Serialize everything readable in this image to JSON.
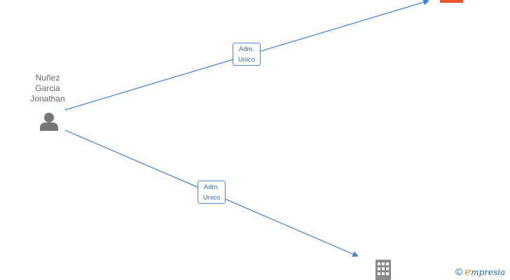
{
  "person": {
    "name_lines": [
      "Nuñez",
      "Garcia",
      "Jonathan"
    ],
    "icon": "person-icon"
  },
  "relations": [
    {
      "line1": "Adm.",
      "line2": "Unico",
      "target_icon": "company-icon",
      "target_color": "#e8542c"
    },
    {
      "line1": "Adm.",
      "line2": "Unico",
      "target_icon": "company-icon",
      "target_color": "#8a8a8a"
    }
  ],
  "colors": {
    "edge": "#3f7fd6",
    "person": "#777777"
  },
  "watermark": {
    "copyright": "©",
    "brand_first": "e",
    "brand_rest": "mpresia"
  }
}
